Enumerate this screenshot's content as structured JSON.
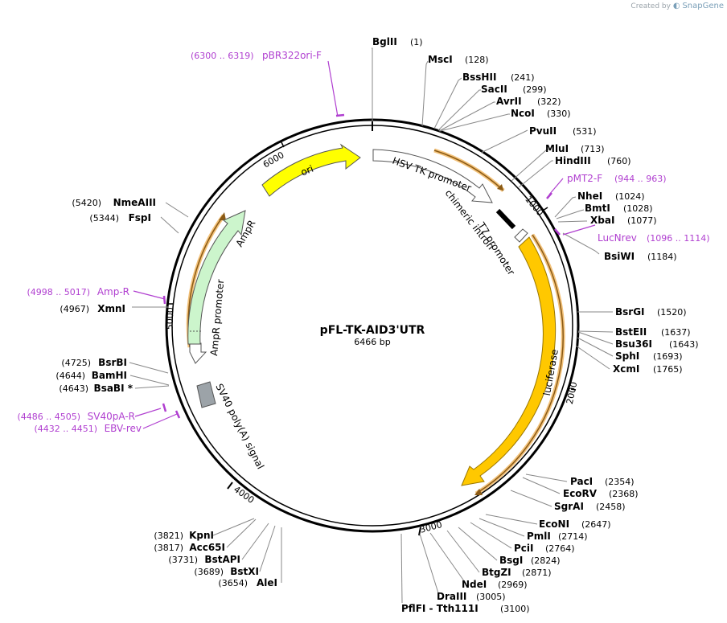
{
  "watermark": {
    "prefix": "Created by",
    "brand": "SnapGene"
  },
  "plasmid": {
    "name": "pFL-TK-AID3'UTR",
    "length_label": "6466 bp",
    "length_bp": 6466
  },
  "ticks": [
    {
      "bp": 1000,
      "label": "1000"
    },
    {
      "bp": 2000,
      "label": "2000"
    },
    {
      "bp": 3000,
      "label": "3000"
    },
    {
      "bp": 4000,
      "label": "4000"
    },
    {
      "bp": 5000,
      "label": "5000"
    },
    {
      "bp": 6000,
      "label": "6000"
    }
  ],
  "features": [
    {
      "name": "ori",
      "color": "#ffff00"
    },
    {
      "name": "HSV TK promoter",
      "color": "#ffffff"
    },
    {
      "name": "chimeric intron",
      "color": "#ffffff"
    },
    {
      "name": "T7 promoter",
      "color": "#ffffff"
    },
    {
      "name": "luciferase",
      "color": "#ffc800"
    },
    {
      "name": "SV40 poly(A) signal",
      "color": "#9ca3a8"
    },
    {
      "name": "AmpR promoter",
      "color": "#ffffff"
    },
    {
      "name": "AmpR",
      "color": "#ccf5cc"
    }
  ],
  "enzymes_right": [
    {
      "name": "BglII",
      "pos": "(1)"
    },
    {
      "name": "MscI",
      "pos": "(128)"
    },
    {
      "name": "BssHII",
      "pos": "(241)"
    },
    {
      "name": "SacII",
      "pos": "(299)"
    },
    {
      "name": "AvrII",
      "pos": "(322)"
    },
    {
      "name": "NcoI",
      "pos": "(330)"
    },
    {
      "name": "PvuII",
      "pos": "(531)"
    },
    {
      "name": "MluI",
      "pos": "(713)"
    },
    {
      "name": "HindIII",
      "pos": "(760)"
    },
    {
      "name": "NheI",
      "pos": "(1024)"
    },
    {
      "name": "BmtI",
      "pos": "(1028)"
    },
    {
      "name": "XbaI",
      "pos": "(1077)"
    },
    {
      "name": "BsiWI",
      "pos": "(1184)"
    },
    {
      "name": "BsrGI",
      "pos": "(1520)"
    },
    {
      "name": "BstEII",
      "pos": "(1637)"
    },
    {
      "name": "Bsu36I",
      "pos": "(1643)"
    },
    {
      "name": "SphI",
      "pos": "(1693)"
    },
    {
      "name": "XcmI",
      "pos": "(1765)"
    },
    {
      "name": "PacI",
      "pos": "(2354)"
    },
    {
      "name": "EcoRV",
      "pos": "(2368)"
    },
    {
      "name": "SgrAI",
      "pos": "(2458)"
    },
    {
      "name": "EcoNI",
      "pos": "(2647)"
    },
    {
      "name": "PmlI",
      "pos": "(2714)"
    },
    {
      "name": "PciI",
      "pos": "(2764)"
    },
    {
      "name": "BsgI",
      "pos": "(2824)"
    },
    {
      "name": "BtgZI",
      "pos": "(2871)"
    },
    {
      "name": "NdeI",
      "pos": "(2969)"
    },
    {
      "name": "DraIII",
      "pos": "(3005)"
    },
    {
      "name": "PflFI - Tth111I",
      "pos": "(3100)"
    }
  ],
  "enzymes_left": [
    {
      "name": "KpnI",
      "pos": "(3821)"
    },
    {
      "name": "Acc65I",
      "pos": "(3817)"
    },
    {
      "name": "BstAPI",
      "pos": "(3731)"
    },
    {
      "name": "BstXI",
      "pos": "(3689)"
    },
    {
      "name": "AleI",
      "pos": "(3654)"
    },
    {
      "name": "BsaBI *",
      "pos": "(4643)"
    },
    {
      "name": "BamHI",
      "pos": "(4644)"
    },
    {
      "name": "BsrBI",
      "pos": "(4725)"
    },
    {
      "name": "XmnI",
      "pos": "(4967)"
    },
    {
      "name": "FspI",
      "pos": "(5344)"
    },
    {
      "name": "NmeAIII",
      "pos": "(5420)"
    }
  ],
  "primers": [
    {
      "name": "pBR322ori-F",
      "range": "(6300 .. 6319)"
    },
    {
      "name": "pMT2-F",
      "range": "(944 .. 963)"
    },
    {
      "name": "LucNrev",
      "range": "(1096 .. 1114)"
    },
    {
      "name": "Amp-R",
      "range": "(4998 .. 5017)"
    },
    {
      "name": "SV40pA-R",
      "range": "(4486 .. 4505)"
    },
    {
      "name": "EBV-rev",
      "range": "(4432 .. 4451)"
    }
  ],
  "colors": {
    "primer": "#b03fd0",
    "backbone": "#000000",
    "orf_arrow": "#c9861e"
  }
}
